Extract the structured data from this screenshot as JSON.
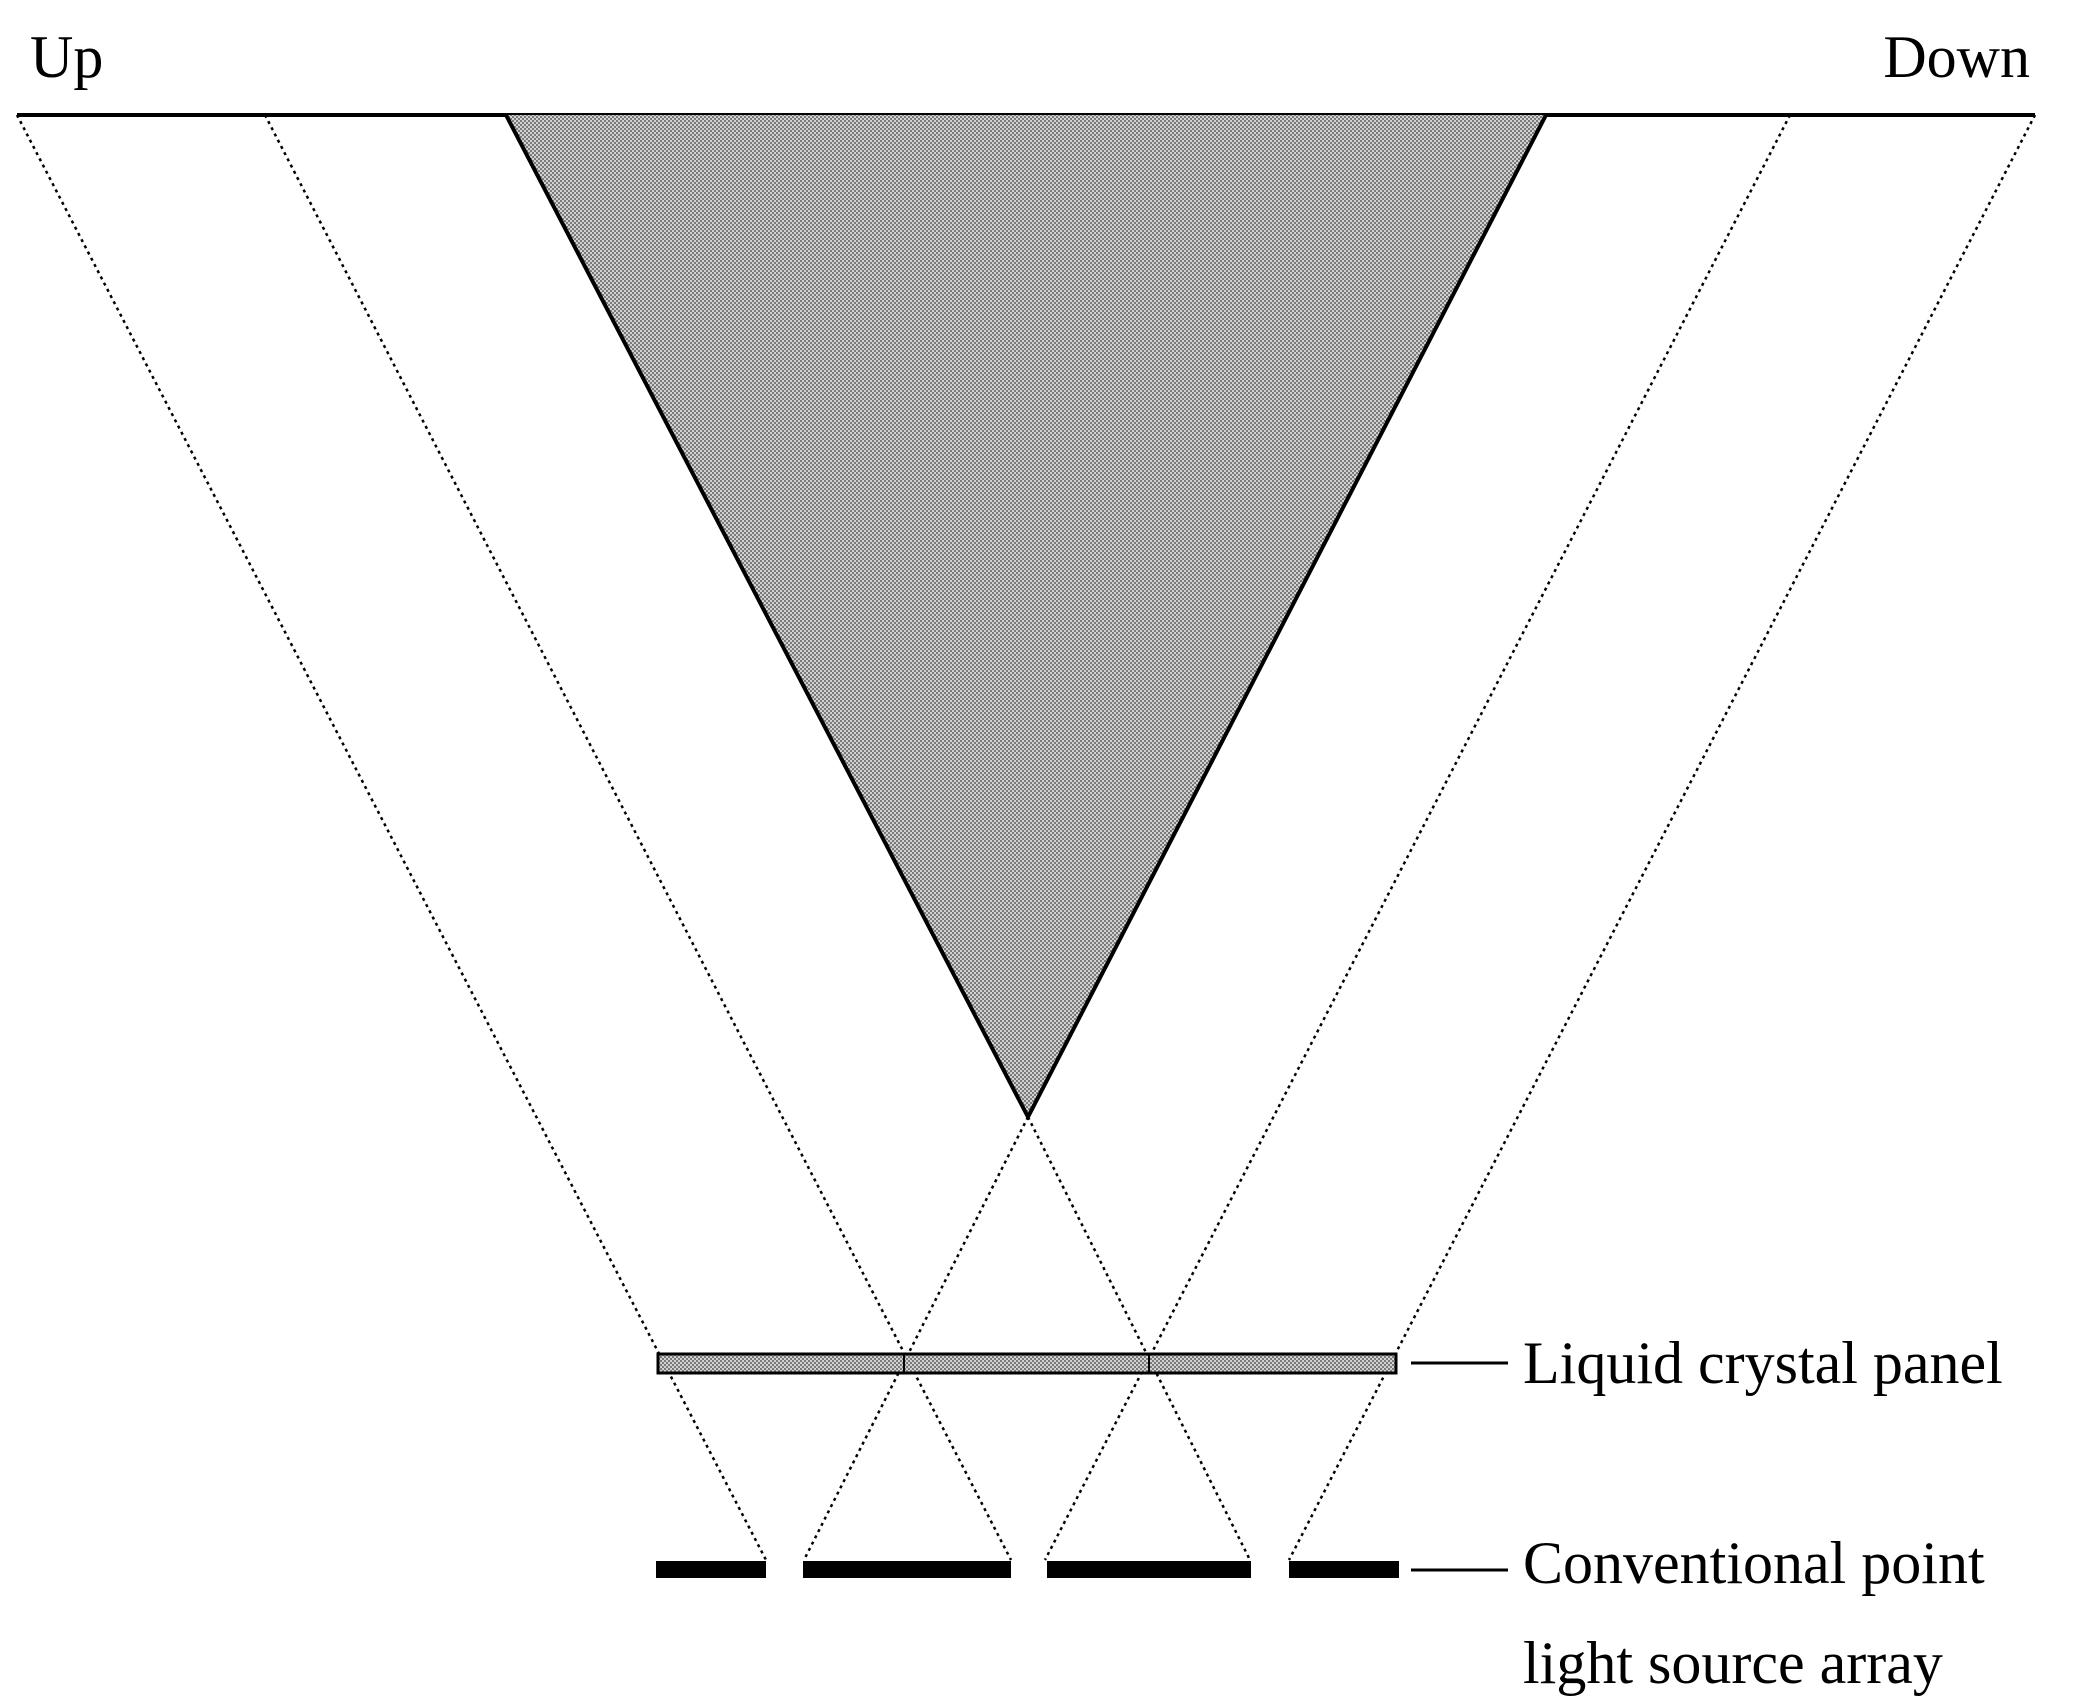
{
  "labels": {
    "up": "Up",
    "down": "Down",
    "panel": "Liquid crystal panel",
    "source_line1": "Conventional point",
    "source_line2": "light source array"
  },
  "colors": {
    "ink": "#000000",
    "background": "#ffffff",
    "cone_fill": "#b4b4b4",
    "panel_fill": "#bdbdbd"
  }
}
